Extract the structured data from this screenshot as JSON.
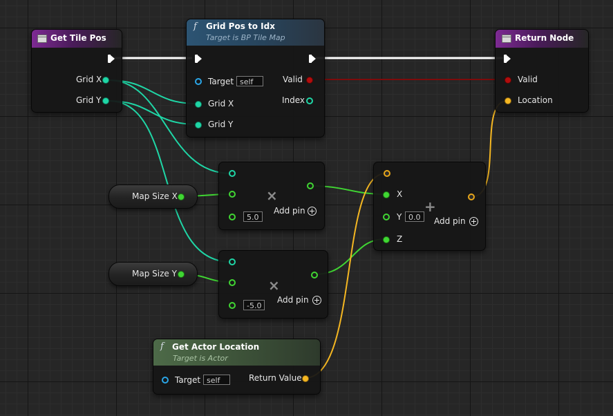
{
  "nodes": {
    "get_tile_pos": {
      "title": "Get Tile Pos",
      "pins": {
        "grid_x": "Grid X",
        "grid_y": "Grid Y"
      }
    },
    "grid_pos_to_idx": {
      "title": "Grid Pos to Idx",
      "subtitle": "Target is BP Tile Map",
      "pins": {
        "target": "Target",
        "target_default": "self",
        "grid_x": "Grid X",
        "grid_y": "Grid Y",
        "valid": "Valid",
        "index": "Index"
      }
    },
    "return_node": {
      "title": "Return Node",
      "pins": {
        "valid": "Valid",
        "location": "Location"
      }
    },
    "multiply_1": {
      "operator": "×",
      "default_value": "5.0",
      "add_pin": "Add pin"
    },
    "multiply_2": {
      "operator": "×",
      "default_value": "-5.0",
      "add_pin": "Add pin"
    },
    "make_vector": {
      "operator": "+",
      "pins": {
        "x": "X",
        "y": "Y",
        "y_default": "0.0",
        "z": "Z"
      },
      "add_pin": "Add pin"
    },
    "map_size_x": {
      "label": "Map Size X"
    },
    "map_size_y": {
      "label": "Map Size Y"
    },
    "get_actor_location": {
      "title": "Get Actor Location",
      "subtitle": "Target is Actor",
      "pins": {
        "target": "Target",
        "target_default": "self",
        "return_value": "Return Value"
      }
    }
  },
  "icons": {
    "function": "f",
    "struct": "struct-icon",
    "add_pin": "circle-plus-icon"
  },
  "colors": {
    "exec_wire": "#ffffff",
    "float_wire": "#1fd6a6",
    "float_green_wire": "#40d633",
    "vector_wire": "#f5b722",
    "bool_wire": "#8a0c0c",
    "object_pin": "#2aa6e8",
    "event_header": "#7d2a93",
    "function_header": "#2c5473",
    "pure_function_header": "#4d6a48"
  }
}
